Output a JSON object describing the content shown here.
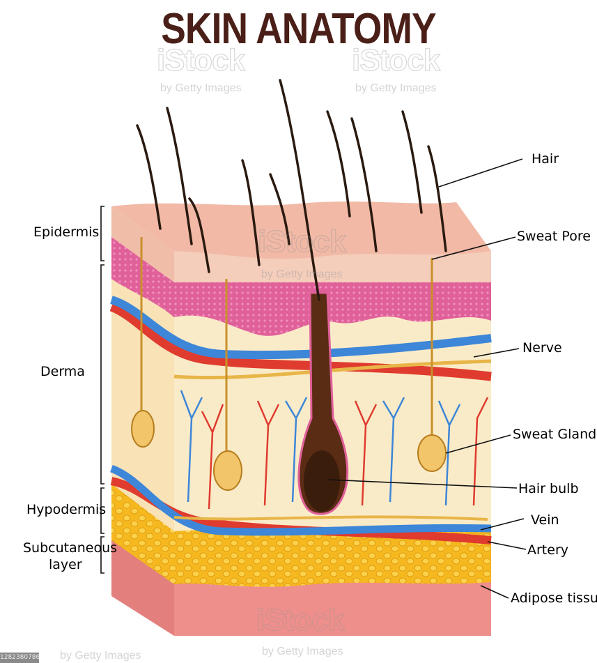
{
  "title": "SKIN ANATOMY",
  "colors": {
    "title": "#4a1f17",
    "epidermis_top": "#f1b9a6",
    "epidermis_side": "#f5cdbb",
    "pink_layer": "#e0609a",
    "derma": "#faebc8",
    "adipose": "#f5b81f",
    "subcutaneous": "#ee8f8c",
    "vein": "#3d86d8",
    "artery": "#df3b2e",
    "nerve": "#e8b548",
    "hair": "#2a1a10",
    "leader_line": "#111111"
  },
  "left_labels": {
    "epidermis": "Epidermis",
    "derma": "Derma",
    "hypodermis": "Hypodermis",
    "subcutaneous_line1": "Subcutaneous",
    "subcutaneous_line2": "layer"
  },
  "right_labels": {
    "hair": "Hair",
    "sweat_pore": "Sweat Pore",
    "nerve": "Nerve",
    "sweat_gland": "Sweat Gland",
    "hair_bulb": "Hair bulb",
    "vein": "Vein",
    "artery": "Artery",
    "adipose_tissue": "Adipose tissue"
  },
  "watermark": {
    "brand": "iStock",
    "byline": "by Getty Images",
    "stock_id": "1282380786"
  }
}
